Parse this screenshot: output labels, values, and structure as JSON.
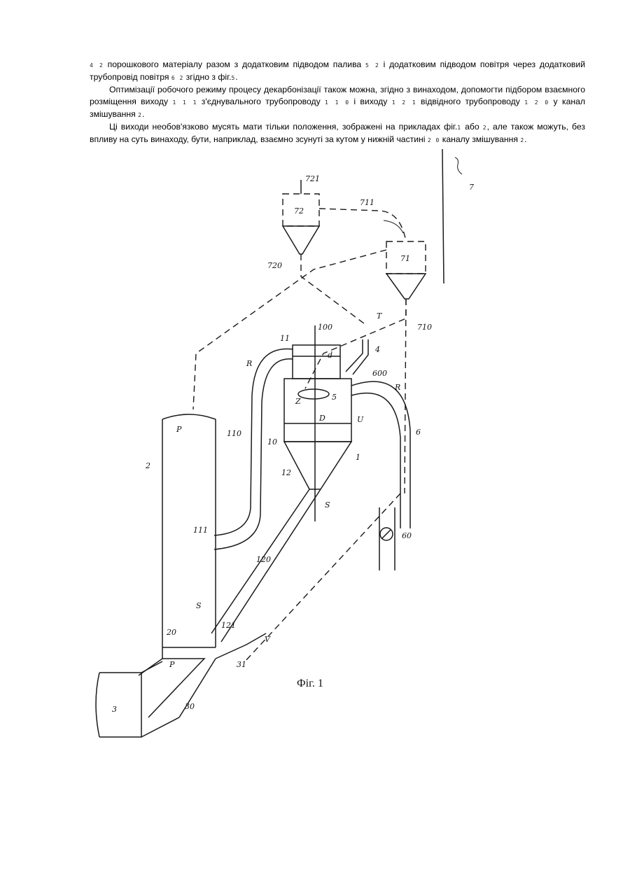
{
  "paragraphs": [
    {
      "parts": [
        {
          "t": "ref",
          "v": "4 2"
        },
        {
          "t": "txt",
          "v": " порошкового матеріалу разом з додатковим підводом палива "
        },
        {
          "t": "ref",
          "v": "5 2"
        },
        {
          "t": "txt",
          "v": " і додатковим підводом повітря через додатковий трубопровід повітря "
        },
        {
          "t": "ref",
          "v": "6 2"
        },
        {
          "t": "txt",
          "v": " згідно з фіг."
        },
        {
          "t": "ref",
          "v": "5"
        },
        {
          "t": "txt",
          "v": "."
        }
      ]
    },
    {
      "parts": [
        {
          "t": "txt",
          "v": "Оптимізації робочого режиму процесу декарбонізації також можна, згідно з винаходом, допомогти підбором взаємного розміщення виходу "
        },
        {
          "t": "ref",
          "v": "1 1 1"
        },
        {
          "t": "txt",
          "v": " з'єднувального трубопроводу "
        },
        {
          "t": "ref",
          "v": "1 1 0"
        },
        {
          "t": "txt",
          "v": " і виходу "
        },
        {
          "t": "ref",
          "v": "1 2 1"
        },
        {
          "t": "txt",
          "v": " відвідного трубопроводу "
        },
        {
          "t": "ref",
          "v": "1 2 0"
        },
        {
          "t": "txt",
          "v": " у канал змішування "
        },
        {
          "t": "ref",
          "v": "2"
        },
        {
          "t": "txt",
          "v": "."
        }
      ]
    },
    {
      "parts": [
        {
          "t": "txt",
          "v": "Ці виходи необов'язково мусять мати тільки положення, зображені на прикладах фіг."
        },
        {
          "t": "ref",
          "v": "1"
        },
        {
          "t": "txt",
          "v": " або "
        },
        {
          "t": "ref",
          "v": "2"
        },
        {
          "t": "txt",
          "v": ", але також можуть, без впливу на суть винаходу, бути, наприклад, взаємно зсунуті за кутом у нижній частині "
        },
        {
          "t": "ref",
          "v": "2 0"
        },
        {
          "t": "txt",
          "v": " каналу змішування "
        },
        {
          "t": "ref",
          "v": "2"
        },
        {
          "t": "txt",
          "v": "."
        }
      ]
    }
  ],
  "figure": {
    "caption": "Фіг. 1",
    "labels": {
      "l721": "721",
      "l72": "72",
      "l711": "711",
      "l7": "7",
      "l71": "71",
      "l720": "720",
      "l710": "710",
      "lT": "T",
      "l100": "100",
      "l11": "11",
      "ld": "d",
      "l4": "4",
      "lR1": "R",
      "l600": "600",
      "lR2": "R",
      "lZ": "Z",
      "l5": "5",
      "lU": "U",
      "lD": "D",
      "lP1": "P",
      "l110": "110",
      "l10": "10",
      "l6": "6",
      "l2": "2",
      "l1": "1",
      "l12": "12",
      "lS1": "S",
      "l111": "111",
      "l60": "60",
      "l120": "120",
      "lS2": "S",
      "l121": "121",
      "l20": "20",
      "lV": "V",
      "lP2": "P",
      "l31": "31",
      "l3": "3",
      "l30": "30"
    }
  }
}
